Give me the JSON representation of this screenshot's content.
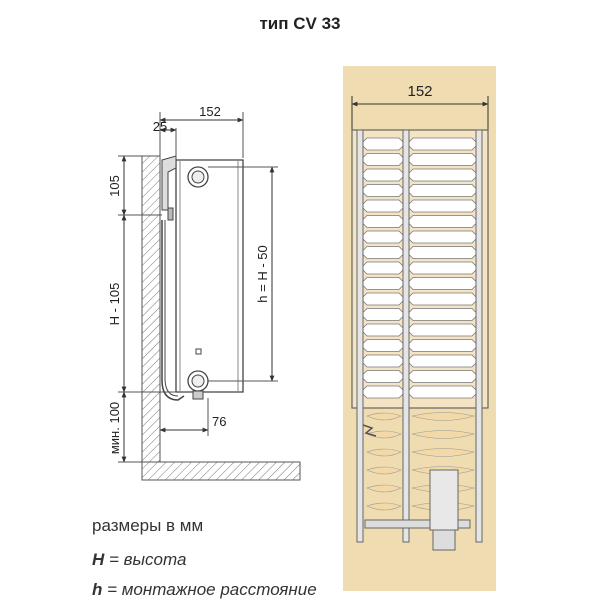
{
  "title": "тип CV 33",
  "side_view": {
    "dim_top_offset": "25",
    "dim_depth": "152",
    "dim_upper": "105",
    "dim_middle": "H - 105",
    "dim_lower": "мин. 100",
    "dim_hub": "h = H - 50",
    "dim_bottom_offset": "76"
  },
  "section_view": {
    "dim_width": "152",
    "background_color": "#efdcb1",
    "fin_color": "#f3d9a8"
  },
  "legend": {
    "units": "размеры в мм",
    "H_symbol": "H",
    "H_text": " = высота",
    "h_symbol": "h",
    "h_text": " = монтажное расстояние"
  }
}
